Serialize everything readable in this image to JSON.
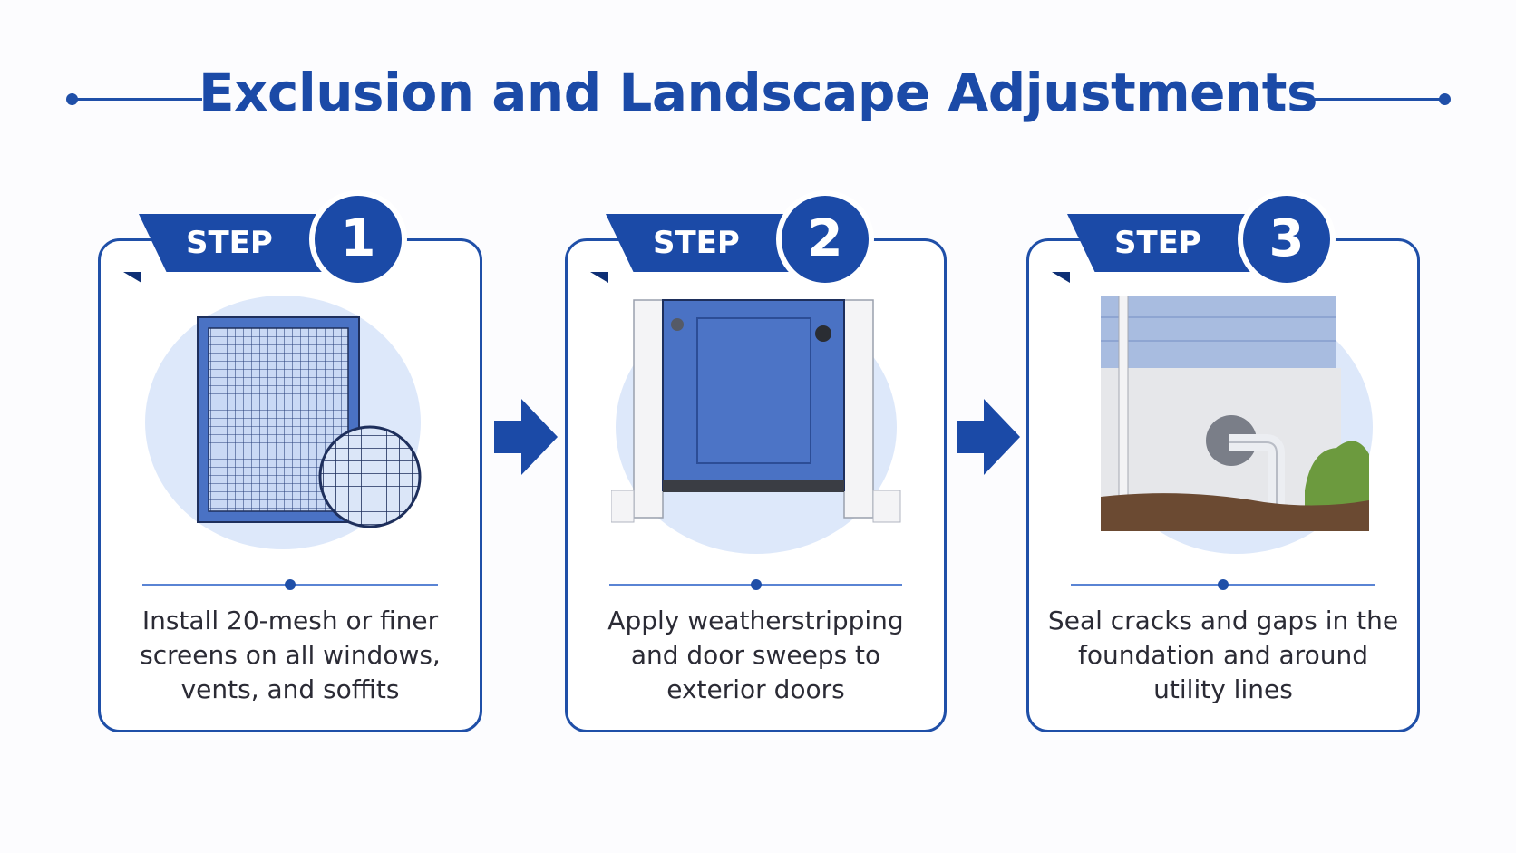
{
  "title": "Exclusion and Landscape Adjustments",
  "colors": {
    "primary": "#1b4aa7",
    "accent_light": "#dde8fa"
  },
  "steps": [
    {
      "label": "STEP",
      "number": "1",
      "caption": "Install 20-mesh or finer screens on all windows, vents, and soffits",
      "icon": "window-screen-icon"
    },
    {
      "label": "STEP",
      "number": "2",
      "caption": "Apply weatherstripping and door sweeps to exterior doors",
      "icon": "door-sweep-icon"
    },
    {
      "label": "STEP",
      "number": "3",
      "caption": "Seal cracks and gaps in the foundation and around utility lines",
      "icon": "foundation-pipe-icon"
    }
  ]
}
